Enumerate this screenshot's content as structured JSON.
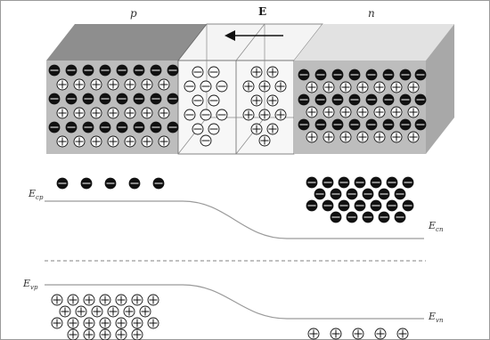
{
  "labels": {
    "p_region": "p",
    "n_region": "n",
    "field": "E",
    "cp_main": "E",
    "cp_sub": "cp",
    "cn_main": "E",
    "cn_sub": "cn",
    "vp_main": "E",
    "vp_sub": "vp",
    "vn_main": "E",
    "vn_sub": "vn"
  },
  "colors": {
    "p_front": "#bdbdbd",
    "p_top": "#8e8e8e",
    "n_front": "#bdbdbd",
    "n_top": "#e2e2e2",
    "n_side": "#a8a8a8",
    "depletion_face": "#f7f7f7",
    "electron": "#111111",
    "hole": "#ffffff",
    "band_line": "#9a9a9a"
  },
  "icons": {
    "electron": "minus-circle-icon",
    "hole": "plus-circle-icon",
    "field_arrow": "arrow-left-icon"
  }
}
